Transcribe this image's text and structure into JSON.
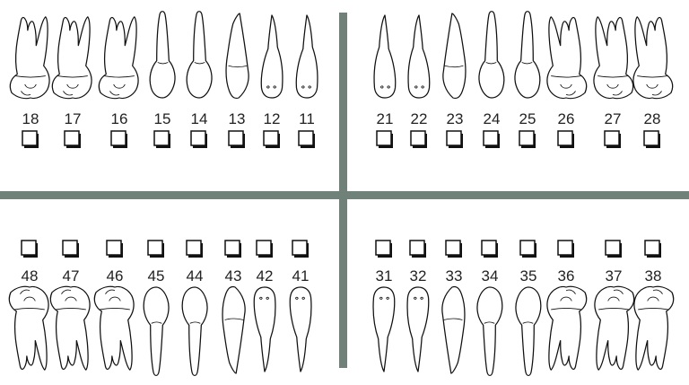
{
  "colors": {
    "divider": "#6f8179",
    "outline": "#111111",
    "number": "#222222",
    "checkbox_shadow": "#111111"
  },
  "quadrants": {
    "upper_right": {
      "teeth": [
        "18",
        "17",
        "16",
        "15",
        "14",
        "13",
        "12",
        "11"
      ],
      "types": [
        "molar",
        "molar",
        "molar",
        "premolar",
        "premolar",
        "canine",
        "incisor",
        "incisor"
      ]
    },
    "upper_left": {
      "teeth": [
        "21",
        "22",
        "23",
        "24",
        "25",
        "26",
        "27",
        "28"
      ],
      "types": [
        "incisor",
        "incisor",
        "canine",
        "premolar",
        "premolar",
        "molar",
        "molar",
        "molar"
      ]
    },
    "lower_right": {
      "teeth": [
        "48",
        "47",
        "46",
        "45",
        "44",
        "43",
        "42",
        "41"
      ],
      "types": [
        "molar",
        "molar",
        "molar",
        "premolar",
        "premolar",
        "canine",
        "incisor",
        "incisor"
      ]
    },
    "lower_left": {
      "teeth": [
        "31",
        "32",
        "33",
        "34",
        "35",
        "36",
        "37",
        "38"
      ],
      "types": [
        "incisor",
        "incisor",
        "canine",
        "premolar",
        "premolar",
        "molar",
        "molar",
        "molar"
      ]
    }
  },
  "checkbox_state": "unchecked"
}
